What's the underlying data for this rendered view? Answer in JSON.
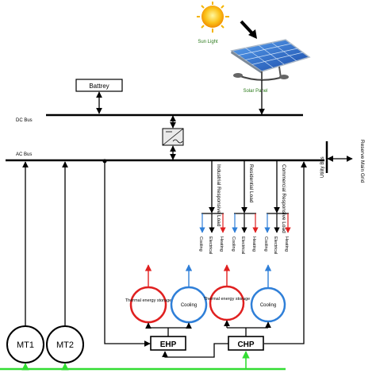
{
  "sun_label": "Sun Light",
  "panel_label": "Solar Panel",
  "battery_label": "Battrey",
  "dc_bus_label": "DC Bus",
  "ac_bus_label": "AC Bus",
  "utility_bus_label": "Utility Bus",
  "grid_label": "Reserve Main Grid",
  "loads": [
    {
      "label": "Industrial Responsive Load",
      "outputs": [
        "Cooling",
        "Electrical",
        "Heating"
      ]
    },
    {
      "label": "Residential Load",
      "outputs": [
        "Cooling",
        "Electrical",
        "Heating"
      ]
    },
    {
      "label": "Commercial Responsive Load",
      "outputs": [
        "Cooling",
        "Electrical",
        "Heating"
      ]
    }
  ],
  "thermal_label": "Thermal energy storage",
  "cooling_label": "Cooling",
  "ehp_label": "EHP",
  "chp_label": "CHP",
  "mt1_label": "MT1",
  "mt2_label": "MT2",
  "colors": {
    "heating": "#e02020",
    "cooling": "#2f7fd8",
    "electrical": "#000000",
    "gas_line": "#33dd33",
    "sun": "#f4b400"
  }
}
